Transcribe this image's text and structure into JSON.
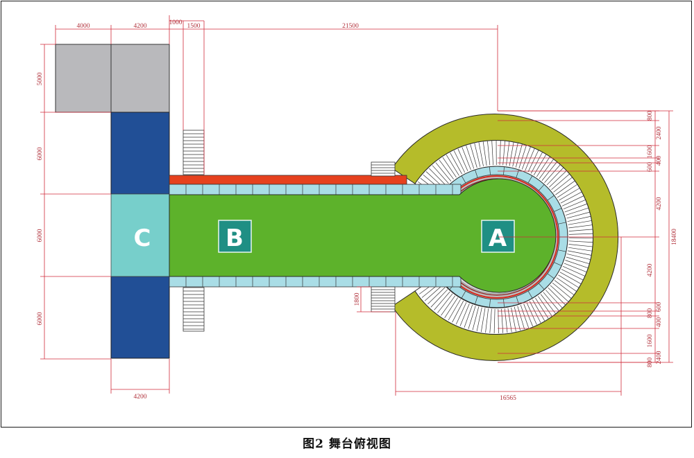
{
  "caption": {
    "figure_no": "图2",
    "title": "舞台俯视图"
  },
  "zones": {
    "a": "A",
    "b": "B",
    "c": "C"
  },
  "dimensions": {
    "top": [
      "4000",
      "4200",
      "1000",
      "1500",
      "21500"
    ],
    "left": [
      "5000",
      "6000",
      "6000",
      "6000"
    ],
    "bottom_left": "4200",
    "right_stack": [
      "800",
      "2400",
      "1600",
      "400",
      "600",
      "4200",
      "4200",
      "600",
      "800",
      "400",
      "1600",
      "2400",
      "800"
    ],
    "overall_height": "18400",
    "step_depth": "1800",
    "bottom_right": "16565"
  },
  "colors": {
    "runway_green": "#5db22b",
    "tile_cyan": "#a9dde6",
    "backstage_teal": "#77cfcb",
    "wing_blue": "#214f96",
    "top_gray": "#b9b9bc",
    "accent_red": "#e6411e",
    "outer_ring": "#b5bc2a",
    "dimension_red": "#d02a3a"
  }
}
